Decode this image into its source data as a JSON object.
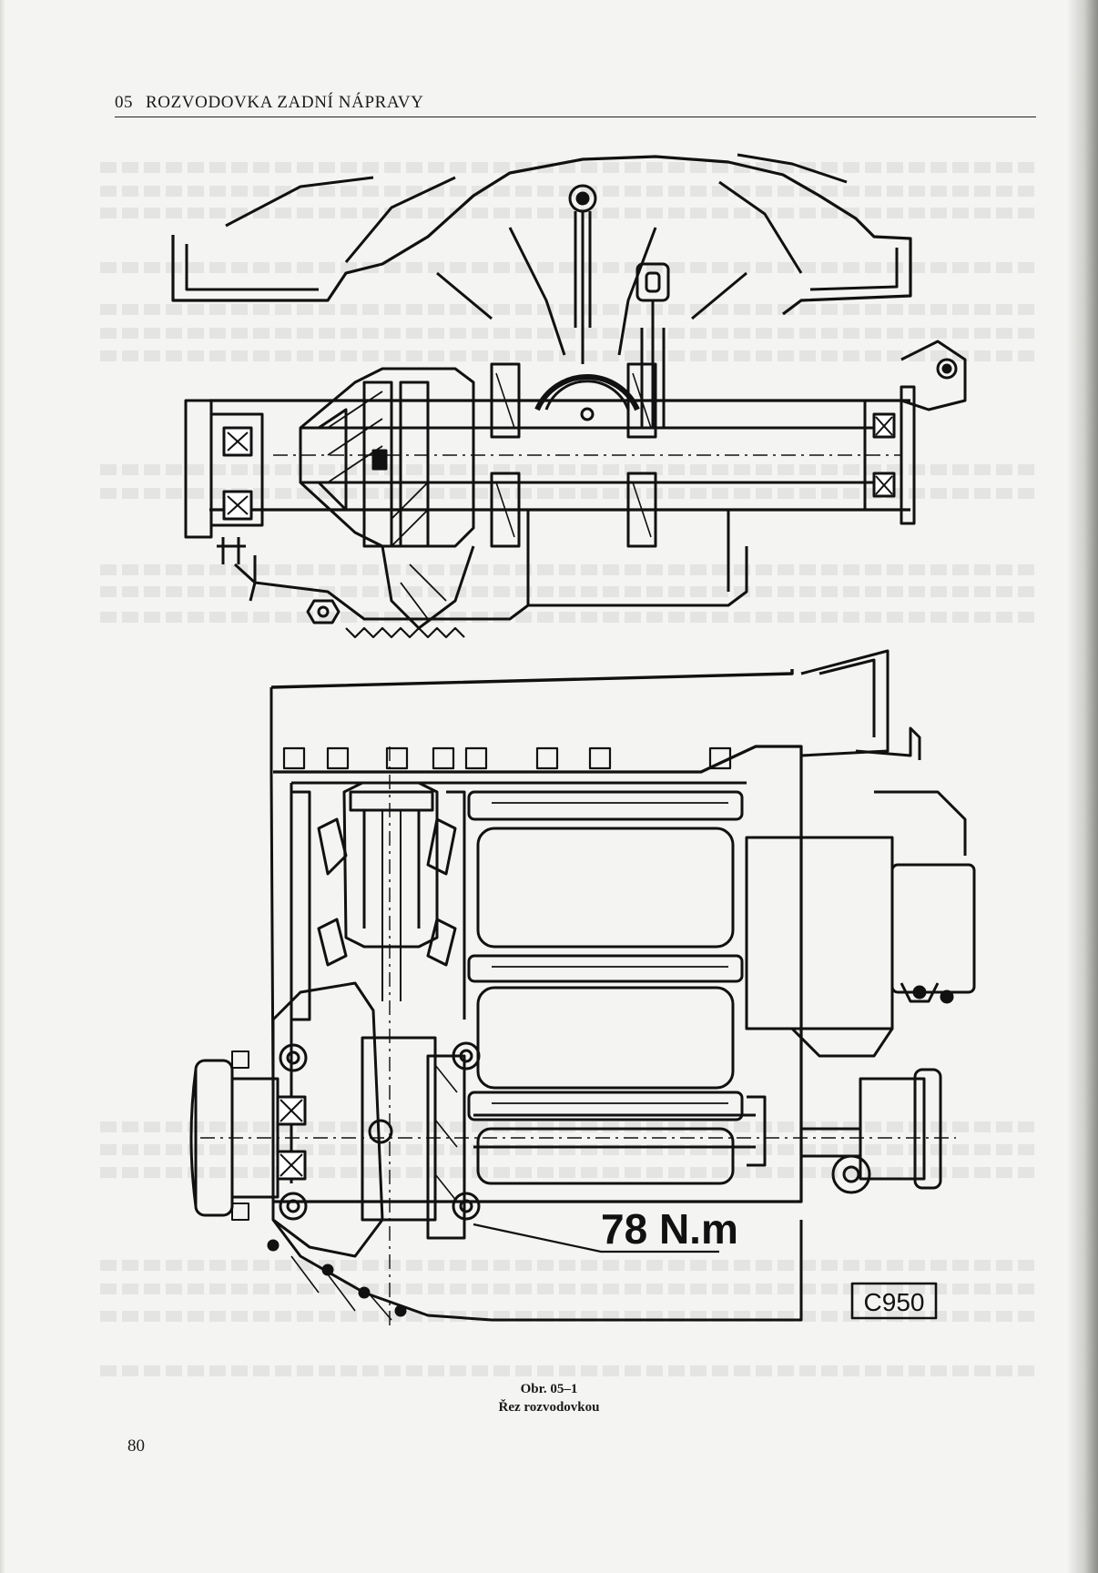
{
  "header": {
    "chapter_number": "05",
    "chapter_title": "ROZVODOVKA ZADNÍ NÁPRAVY"
  },
  "figure": {
    "torque_label": "78 N.m",
    "figure_code": "C950",
    "caption_number": "Obr. 05–1",
    "caption_title": "Řez rozvodovkou"
  },
  "footer": {
    "page_number": "80"
  }
}
